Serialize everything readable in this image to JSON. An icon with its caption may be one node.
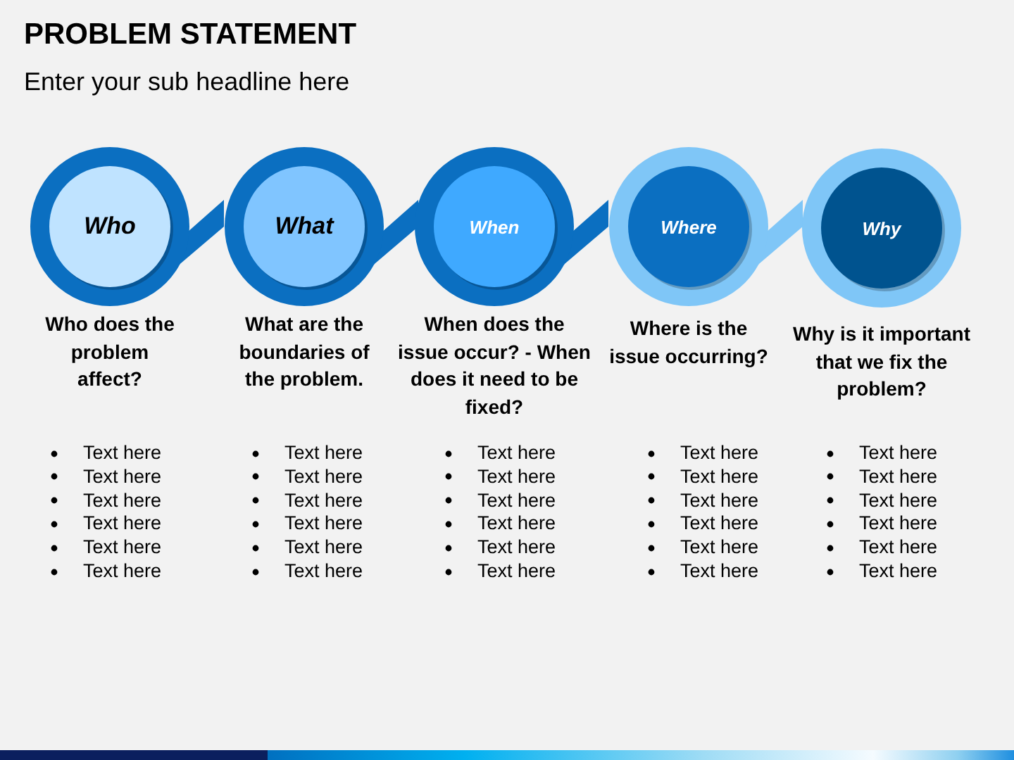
{
  "diagram": {
    "title": "PROBLEM STATEMENT",
    "nodes": [
      {
        "text": [
          "Who"
        ],
        "beside": [
          "Who does the problem affect?"
        ]
      },
      {
        "text": [
          "What"
        ],
        "beside": [
          "What are the boundaries of the problem."
        ]
      },
      {
        "text": [
          "When"
        ],
        "beside": [
          "When does the issue occur? - When does it need to be fixed?"
        ]
      },
      {
        "text": [
          "Where"
        ],
        "beside": [
          "Where is the issue occurring?"
        ]
      },
      {
        "text": [
          "Why"
        ],
        "beside": [
          "Why is it important that we fix the problem?"
        ]
      }
    ],
    "labels": [
      "Enter your sub headline here",
      "Text here",
      "Text here",
      "Text here",
      "Text here",
      "Text here",
      "Text here",
      "Text here",
      "Text here",
      "Text here",
      "Text here",
      "Text here",
      "Text here",
      "Text here",
      "Text here",
      "Text here",
      "Text here",
      "Text here",
      "Text here",
      "Text here",
      "Text here",
      "Text here",
      "Text here",
      "Text here",
      "Text here",
      "Text here",
      "Text here",
      "Text here",
      "Text here",
      "Text here",
      "Text here"
    ]
  }
}
